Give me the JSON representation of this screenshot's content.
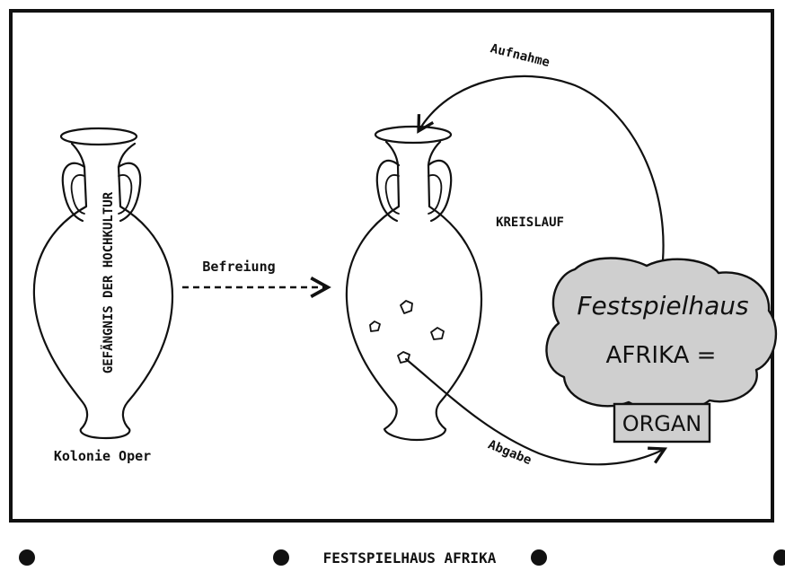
{
  "left_vase": {
    "vertical_text": "GEFÄNGNIS DER HOCHKULTUR",
    "caption": "Kolonie Oper"
  },
  "liberation_arrow": {
    "label": "Befreiung"
  },
  "right_vase": {
    "circulation_label": "KREISLAUF"
  },
  "intake_arrow": {
    "label": "Aufnahme"
  },
  "output_arrow": {
    "label": "Abgabe"
  },
  "cloud": {
    "line1": "Festspielhaus",
    "line2": "AFRIKA ="
  },
  "organ_box": {
    "label": "ORGAN"
  },
  "footer": {
    "title": "FESTSPIELHAUS AFRIKA"
  }
}
